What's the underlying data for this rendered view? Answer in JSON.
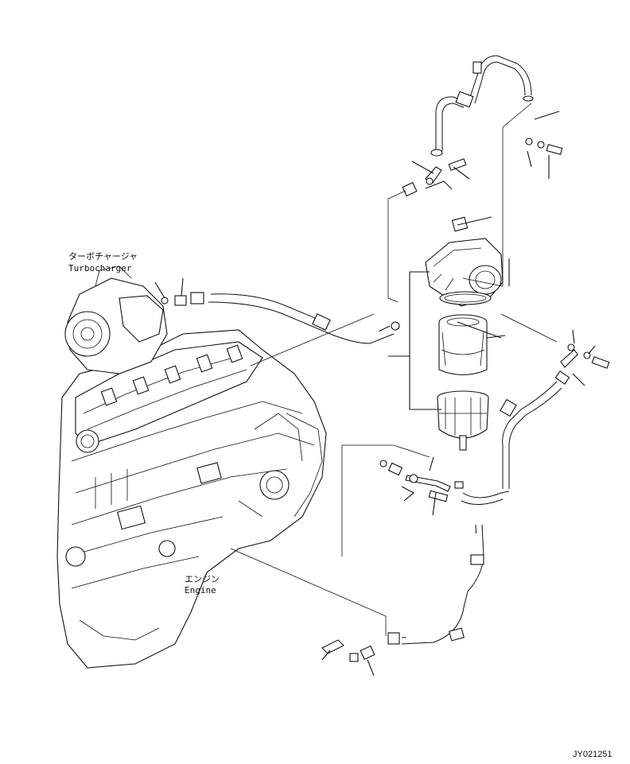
{
  "labels": {
    "turbocharger_jp": "ターボチャージャ",
    "turbocharger_en": "Turbocharger",
    "engine_jp": "エンジン",
    "engine_en": "Engine"
  },
  "drawing_code": "JY021251"
}
